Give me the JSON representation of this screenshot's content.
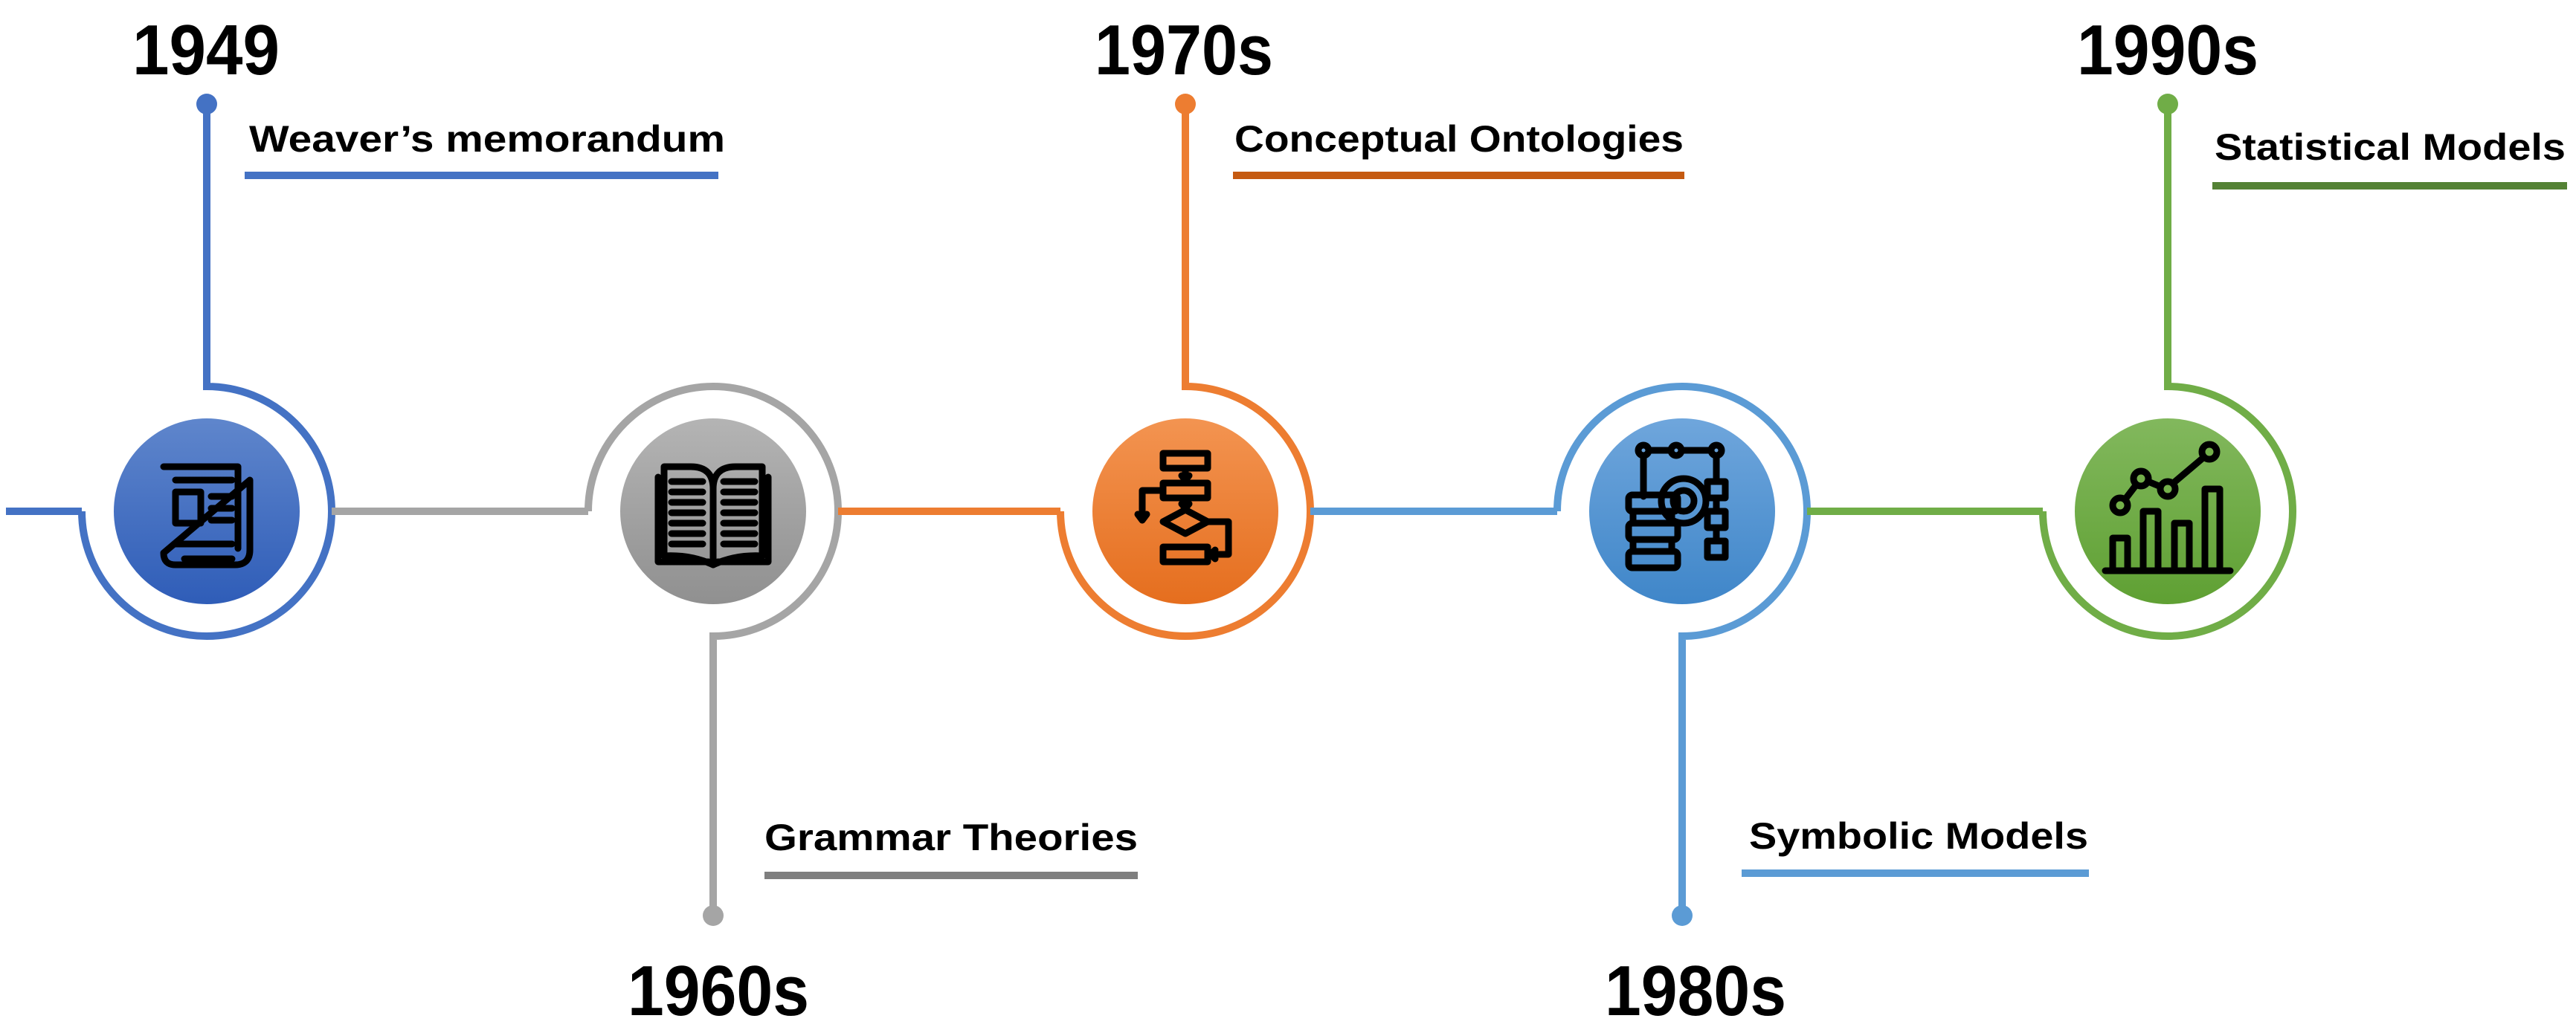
{
  "timeline": {
    "nodes": [
      {
        "year": "1949",
        "label": "Weaver’s memorandum",
        "icon": "newspaper-icon",
        "color": "#4472C4",
        "underline_color": "#4472C4",
        "stem": "up"
      },
      {
        "year": "1960s",
        "label": "Grammar Theories",
        "icon": "open-book-icon",
        "color": "#A5A5A5",
        "underline_color": "#7F7F7F",
        "stem": "down"
      },
      {
        "year": "1970s",
        "label": "Conceptual Ontologies",
        "icon": "flowchart-icon",
        "color": "#ED7D31",
        "underline_color": "#C55A11",
        "stem": "up"
      },
      {
        "year": "1980s",
        "label": "Symbolic Models",
        "icon": "server-gear-icon",
        "color": "#5B9BD5",
        "underline_color": "#5B9BD5",
        "stem": "down"
      },
      {
        "year": "1990s",
        "label": "Statistical Models",
        "icon": "bar-line-chart-icon",
        "color": "#70AD47",
        "underline_color": "#548235",
        "stem": "up"
      }
    ]
  }
}
